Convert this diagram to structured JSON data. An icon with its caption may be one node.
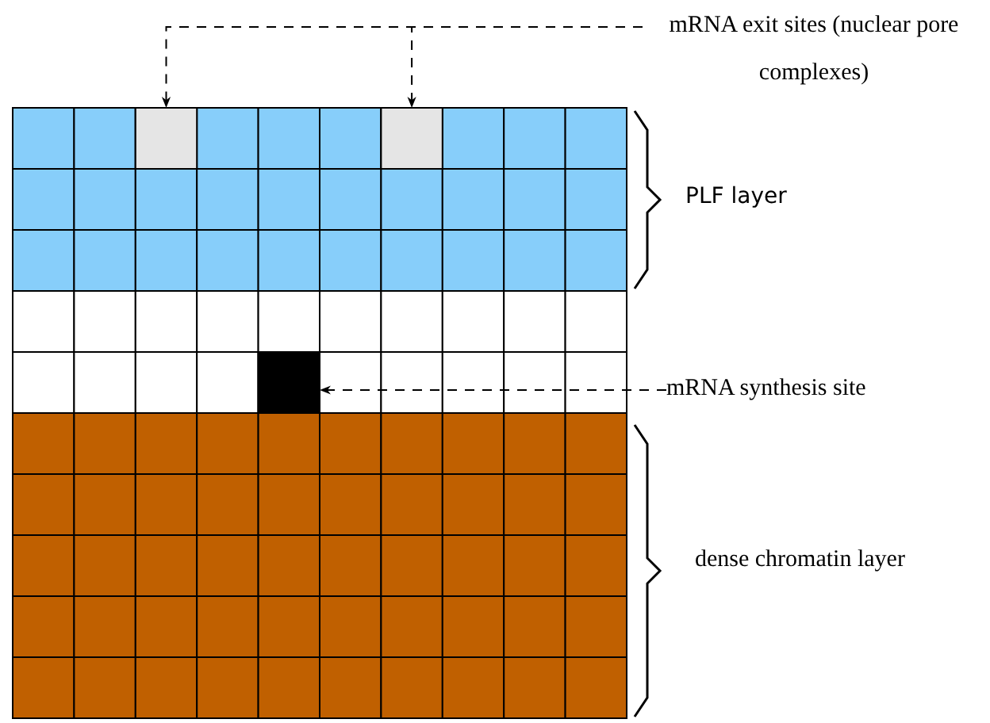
{
  "diagram": {
    "nodes": [
      {
        "text": [
          "mRNA exit sites (nuclear pore complexes)"
        ]
      },
      {
        "text": [],
        "shape": "box"
      },
      {
        "text": [],
        "shape": "box"
      },
      {
        "text": [
          "mRNA synthesis site"
        ]
      },
      {
        "text": [],
        "shape": "box"
      }
    ],
    "edges": [
      {
        "from": 0,
        "to": 1,
        "arrow": "to",
        "style": "dashed"
      },
      {
        "from": 0,
        "to": 2,
        "arrow": "to",
        "style": "dashed"
      },
      {
        "from": 3,
        "to": 4,
        "arrow": "to",
        "style": "dashed"
      }
    ],
    "labels": [
      "PLF layer",
      "dense chromatin layer"
    ]
  }
}
